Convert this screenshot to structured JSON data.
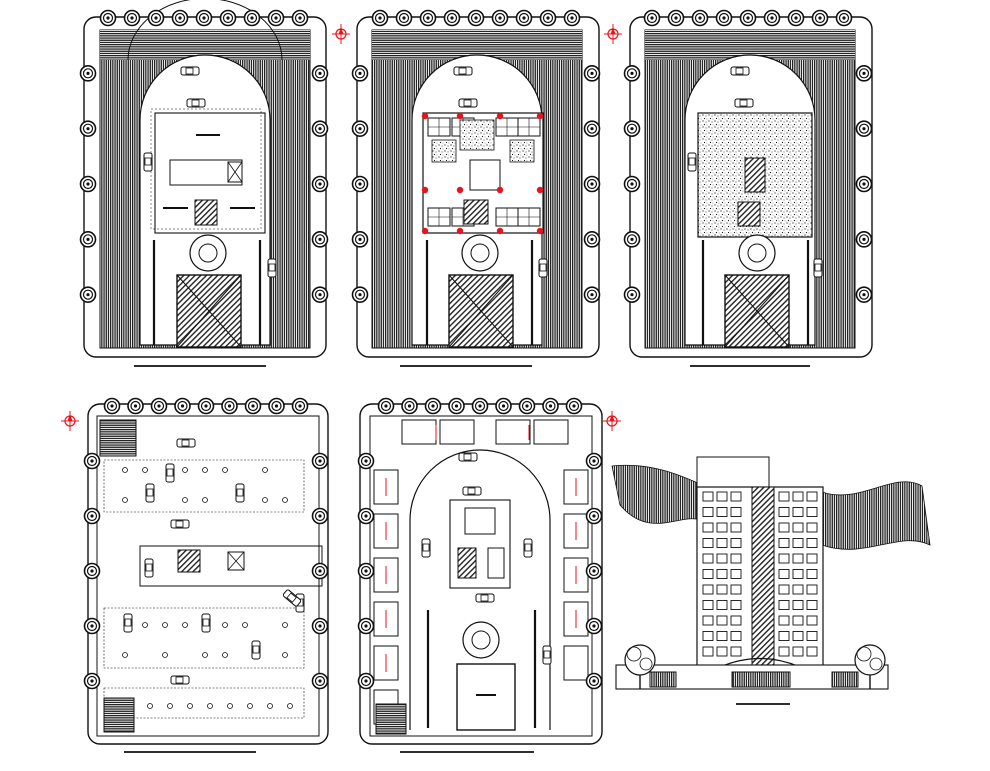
{
  "drawing": {
    "background": "#ffffff",
    "line_color": "#111111",
    "accent_color": "#e8141c",
    "panels": [
      {
        "id": "plan-ground-landscape",
        "kind": "site-plan",
        "title": ""
      },
      {
        "id": "plan-typical-floor",
        "kind": "site-plan",
        "title": ""
      },
      {
        "id": "plan-roof",
        "kind": "site-plan",
        "title": ""
      },
      {
        "id": "plan-basement-parking",
        "kind": "parking-plan",
        "title": ""
      },
      {
        "id": "plan-ground-shops",
        "kind": "shop-plan",
        "title": ""
      },
      {
        "id": "elevation-front",
        "kind": "elevation",
        "title": ""
      }
    ],
    "icons": [
      "north-arrow-icon",
      "tree-icon",
      "car-icon"
    ]
  }
}
